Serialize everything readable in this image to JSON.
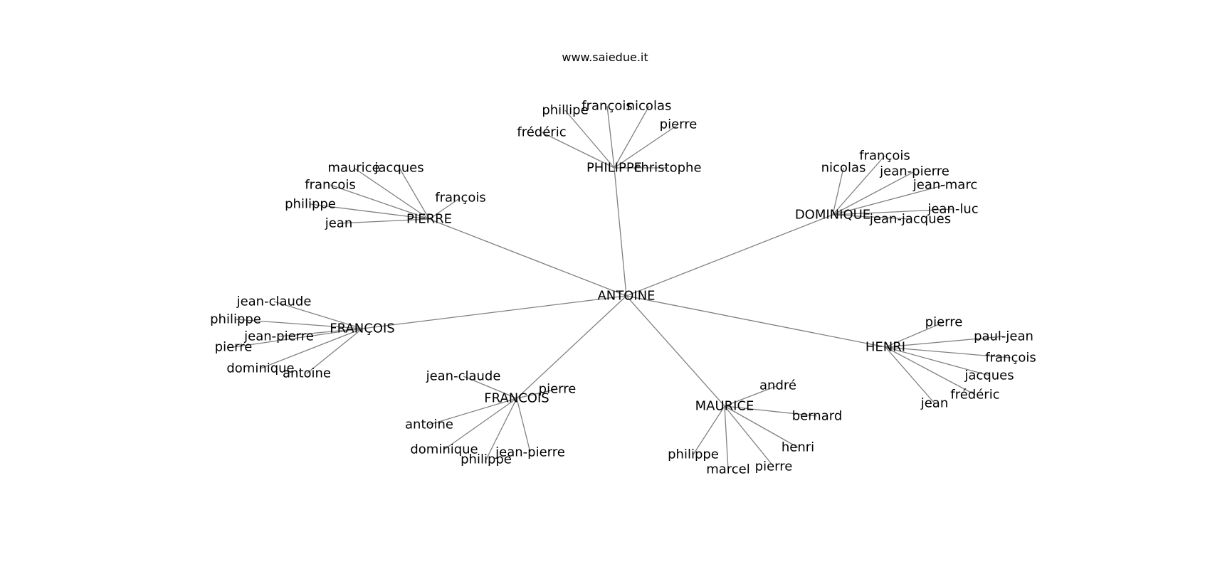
{
  "header": {
    "site": "www.saiedue.it"
  },
  "graph": {
    "root": "ANTOINE",
    "groups": [
      {
        "name": "PHILIPPE",
        "children": [
          "phillipe",
          "françois",
          "nicolas",
          "pierre",
          "frédéric",
          "christophe"
        ]
      },
      {
        "name": "PIERRE",
        "children": [
          "maurice",
          "jacques",
          "francois",
          "françois",
          "philippe",
          "jean"
        ]
      },
      {
        "name": "DOMINIQUE",
        "children": [
          "françois",
          "nicolas",
          "jean-pierre",
          "jean-marc",
          "jean-luc",
          "jean-jacques"
        ]
      },
      {
        "name": "FRANÇOIS",
        "children": [
          "jean-claude",
          "philippe",
          "jean-pierre",
          "pierre",
          "dominique",
          "antoine"
        ]
      },
      {
        "name": "FRANCOIS",
        "children": [
          "jean-claude",
          "pierre",
          "antoine",
          "dominique",
          "jean-pierre",
          "philippe"
        ]
      },
      {
        "name": "MAURICE",
        "children": [
          "andré",
          "bernard",
          "henri",
          "pierre",
          "philippe",
          "marcel"
        ]
      },
      {
        "name": "HENRI",
        "children": [
          "pierre",
          "paul-jean",
          "françois",
          "jacques",
          "frédéric",
          "jean"
        ]
      }
    ]
  }
}
